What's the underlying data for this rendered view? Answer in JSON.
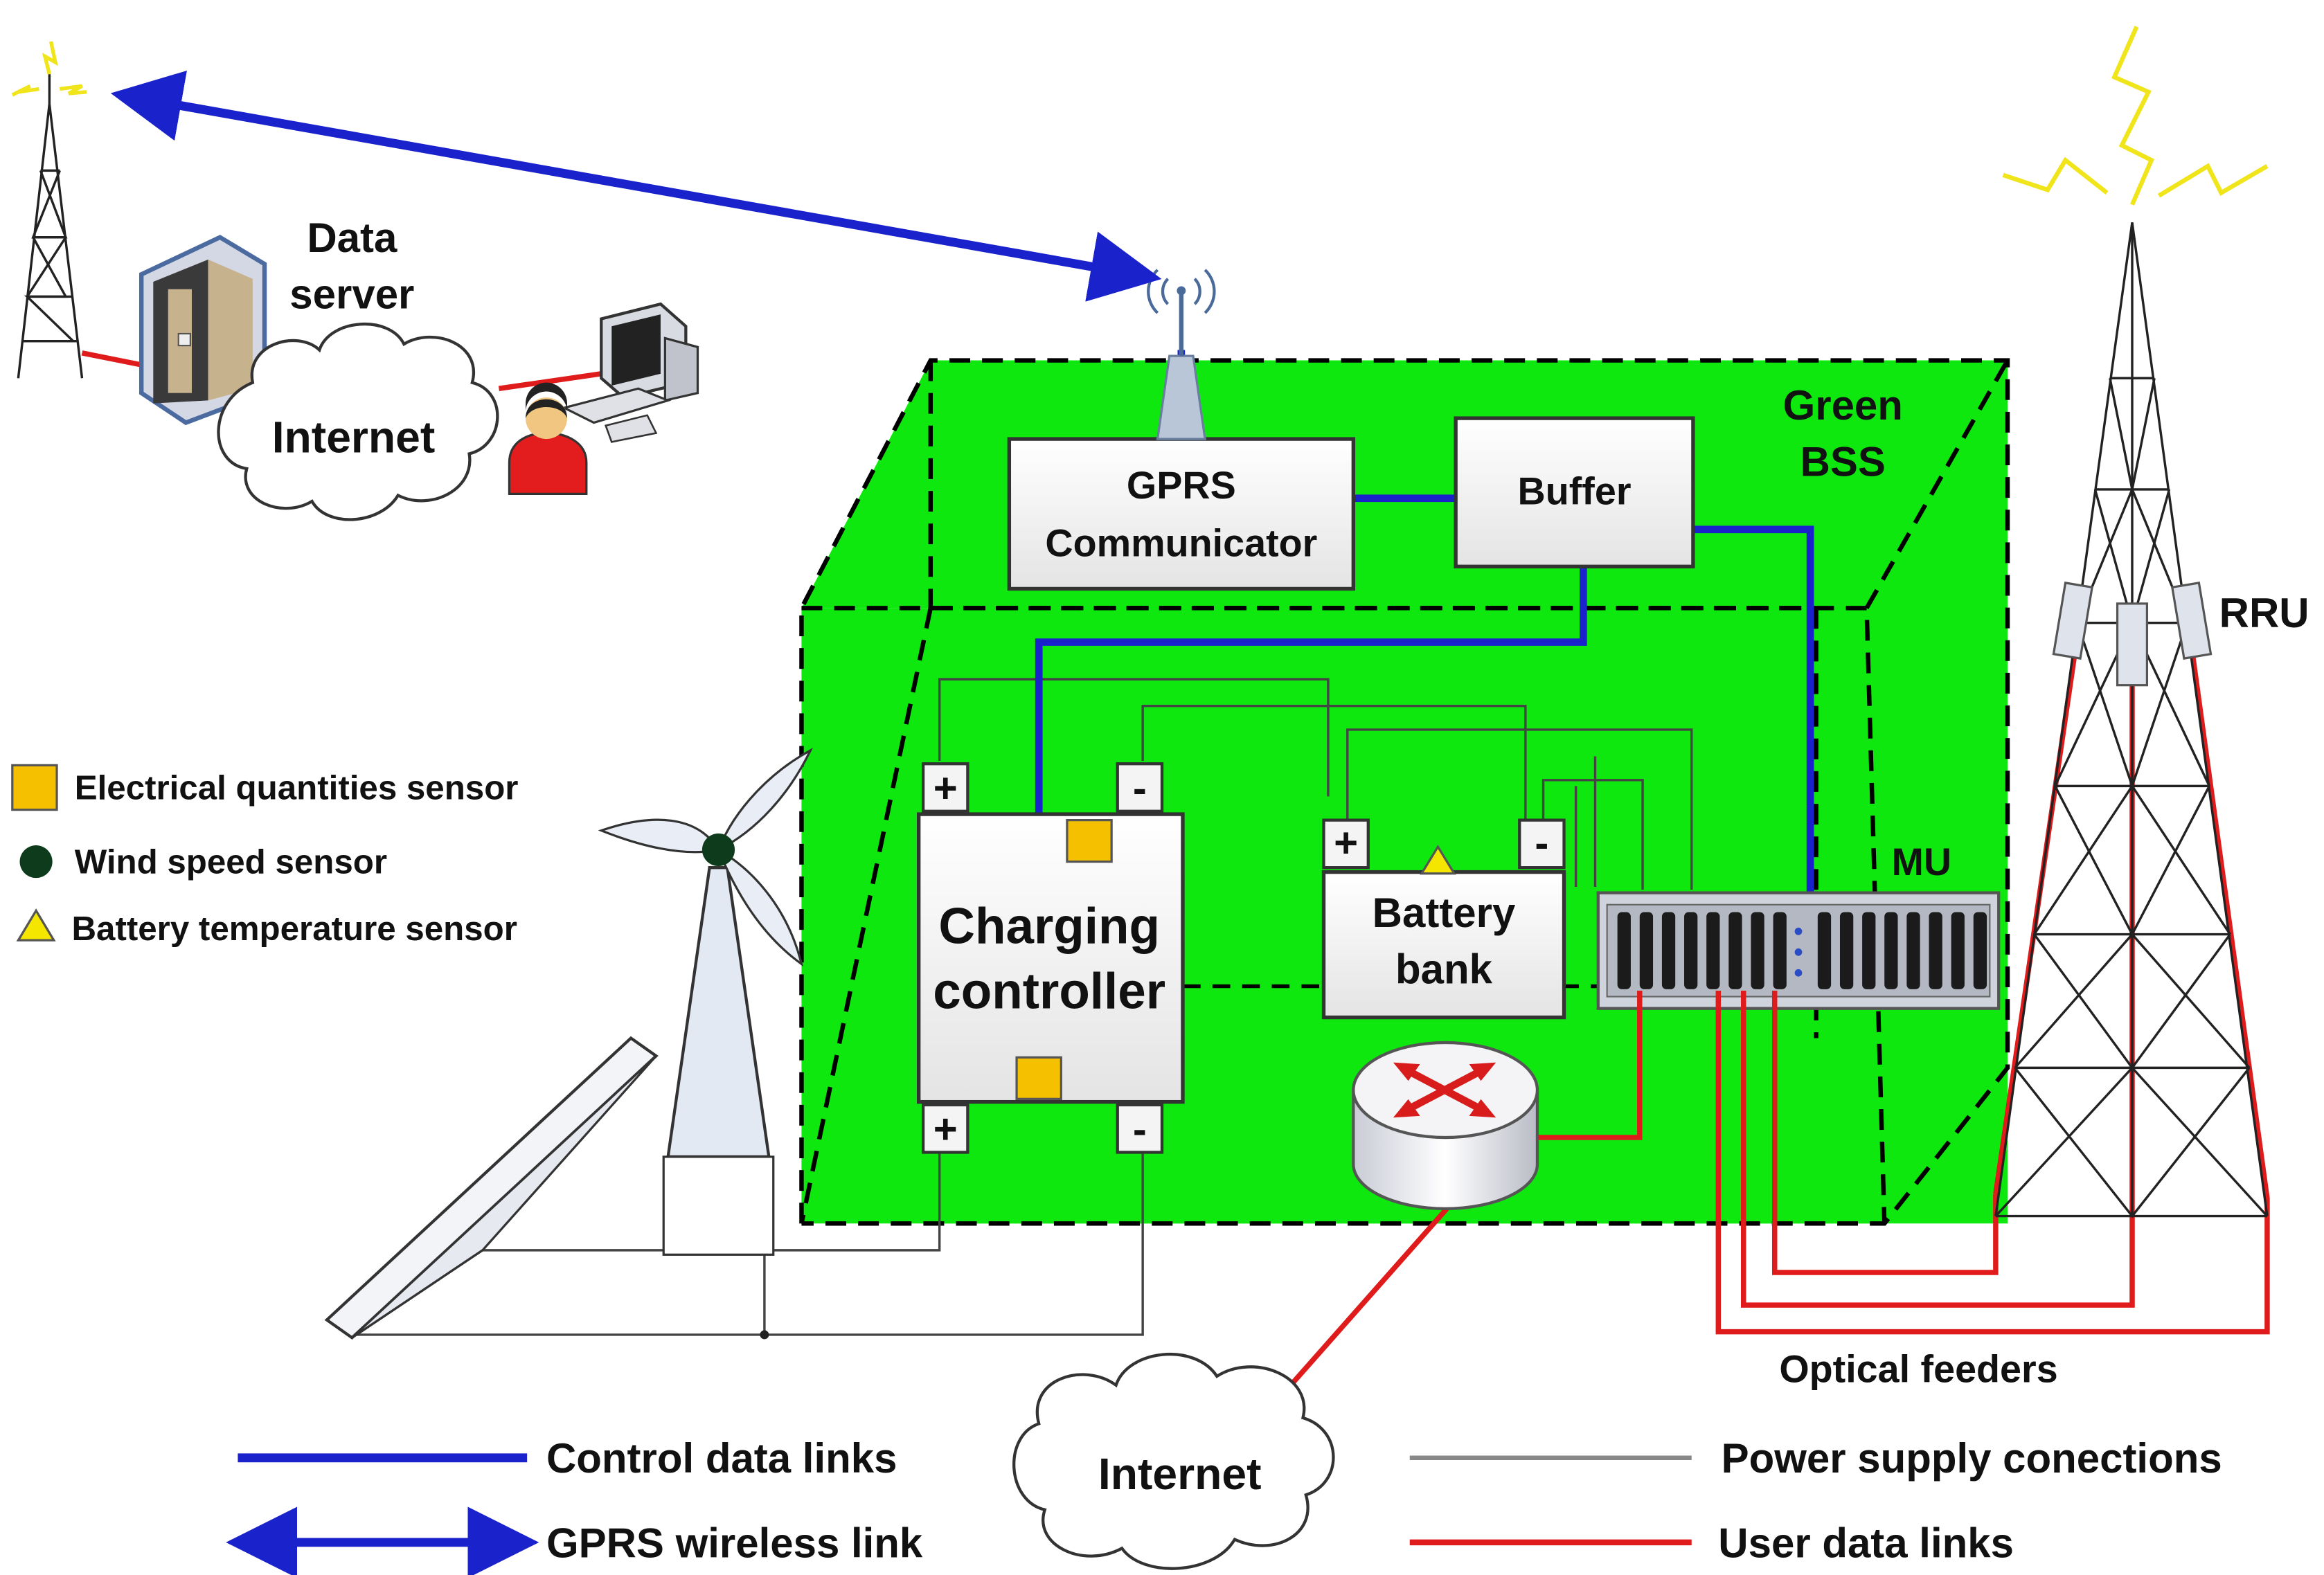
{
  "title": "",
  "colors": {
    "bss_fill": "#0ee80e",
    "control_link": "#1a22cc",
    "user_link": "#e01b1b",
    "power_line": "#444444",
    "sensor_square": "#f5c000",
    "wind_sensor": "#0d3b1b",
    "temp_sensor": "#f5e600"
  },
  "labels": {
    "data_server": [
      "Data",
      "server"
    ],
    "internet_top": "Internet",
    "internet_bottom": "Internet",
    "green_bss": [
      "Green",
      "BSS"
    ],
    "rru": "RRU",
    "mu": "MU",
    "optical_feeders": "Optical feeders"
  },
  "boxes": {
    "gprs": [
      "GPRS",
      "Communicator"
    ],
    "buffer": "Buffer",
    "charging": [
      "Charging",
      "controller"
    ],
    "battery": [
      "Battery",
      "bank"
    ]
  },
  "terminals": {
    "plus": "+",
    "minus": "-"
  },
  "sensor_legend": [
    {
      "icon": "yellow-square-icon",
      "label": "Electrical quantities sensor"
    },
    {
      "icon": "dark-circle-icon",
      "label": "Wind speed sensor"
    },
    {
      "icon": "yellow-triangle-icon",
      "label": "Battery temperature sensor"
    }
  ],
  "link_legend": [
    {
      "icon": "blue-line-icon",
      "label": "Control data links"
    },
    {
      "icon": "blue-double-arrow-icon",
      "label": "GPRS wireless link"
    },
    {
      "icon": "gray-line-icon",
      "label": "Power supply conections"
    },
    {
      "icon": "red-line-icon",
      "label": "User data links"
    }
  ]
}
